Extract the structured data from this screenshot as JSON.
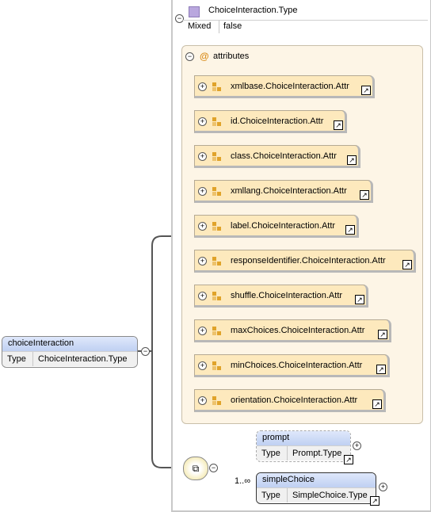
{
  "type_box": {
    "title": "ChoiceInteraction.Type",
    "mixed_key": "Mixed",
    "mixed_value": "false"
  },
  "attributes": {
    "label": "attributes",
    "items": [
      "xmlbase.ChoiceInteraction.Attr",
      "id.ChoiceInteraction.Attr",
      "class.ChoiceInteraction.Attr",
      "xmllang.ChoiceInteraction.Attr",
      "label.ChoiceInteraction.Attr",
      "responseIdentifier.ChoiceInteraction.Attr",
      "shuffle.ChoiceInteraction.Attr",
      "maxChoices.ChoiceInteraction.Attr",
      "minChoices.ChoiceInteraction.Attr",
      "orientation.ChoiceInteraction.Attr"
    ]
  },
  "root": {
    "name": "choiceInteraction",
    "type_key": "Type",
    "type_value": "ChoiceInteraction.Type"
  },
  "prompt": {
    "name": "prompt",
    "type_key": "Type",
    "type_value": "Prompt.Type"
  },
  "simple_choice": {
    "name": "simpleChoice",
    "type_key": "Type",
    "type_value": "SimpleChoice.Type",
    "cardinality": "1..∞"
  },
  "colors": {
    "attr_panel_bg": "#fdf5e6",
    "attr_item_bg": "#fde9bd",
    "element_header": "#c9d8f5",
    "attr_icon": "#e0a32a"
  }
}
